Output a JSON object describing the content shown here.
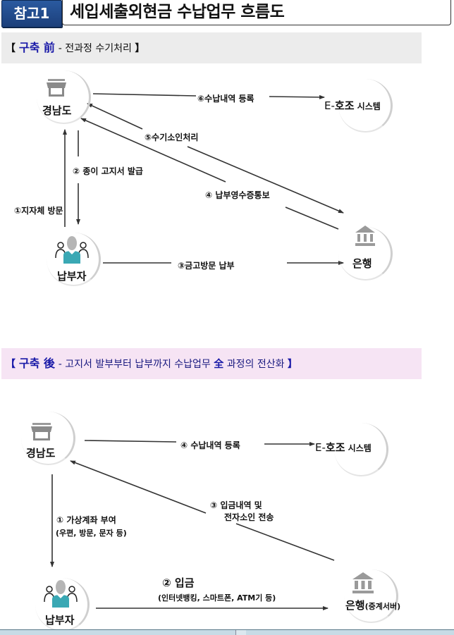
{
  "header": {
    "badge": "참고1",
    "title": "세입세출외현금 수납업무 흐름도"
  },
  "before": {
    "bracket_open": "【",
    "key": "구축 前",
    "desc": " - 전과정 수기처리 ",
    "bracket_close": "】",
    "nodes": {
      "gyeongnam": "경남도",
      "ehojo_prefix": "E-",
      "ehojo_bold": "호조",
      "ehojo_suffix": " 시스템",
      "payer": "납부자",
      "bank": "은행"
    },
    "steps": {
      "s1": "①지자체 방문",
      "s2": "② 종이 고지서 발급",
      "s3": "③금고방문 납부",
      "s4": "④ 납부영수증통보",
      "s5": "⑤수기소인처리",
      "s6": "⑥수납내역 등록"
    }
  },
  "after": {
    "bracket_open": "【",
    "key": "구축 後",
    "desc_a": " - 고지서 발부부터 납부까지 수납업무 ",
    "desc_key": "全",
    "desc_b": " 과정의 전산화 ",
    "bracket_close": "】",
    "nodes": {
      "gyeongnam": "경남도",
      "ehojo_prefix": "E-",
      "ehojo_bold": "호조",
      "ehojo_suffix": " 시스템",
      "payer": "납부자",
      "bank": "은행",
      "bank_sub": "(중계서버)"
    },
    "steps": {
      "s1": "① 가상계좌 부여",
      "s1_sub": "(우편, 방문, 문자 등)",
      "s2": "② 입금",
      "s2_sub": "(인터넷뱅킹, 스마트폰, ATM기 등)",
      "s3_line1": "③ 입금내역 및",
      "s3_line2": "전자소인 전송",
      "s4": "④ 수납내역 등록"
    }
  },
  "colors": {
    "badge": "#1c3f7a",
    "accent_text": "#1a1aa8",
    "before_bg": "#ececec",
    "after_bg": "#f6e4f4",
    "icon_gray": "#9a9a9a",
    "payer_teal": "#3aa8b4"
  }
}
